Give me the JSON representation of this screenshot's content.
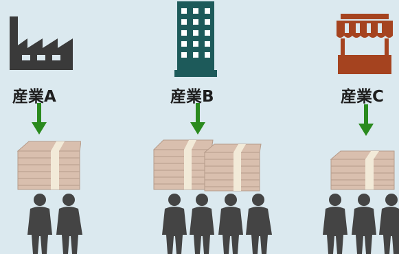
{
  "industries": [
    {
      "label": "産業A",
      "icon": "factory-icon",
      "color": "#3a3a3a",
      "money_stacks": 1,
      "people": 2
    },
    {
      "label": "産業B",
      "icon": "office-building-icon",
      "color": "#1d5a5a",
      "money_stacks": 2,
      "people": 4
    },
    {
      "label": "産業C",
      "icon": "shop-icon",
      "color": "#a5431f",
      "money_stacks": 1,
      "people": 3
    }
  ],
  "colors": {
    "background": "#dbe9ef",
    "arrow": "#2a8a1e",
    "money": "#d9bfae",
    "money_band": "#f2ead8",
    "people": "#444444"
  }
}
